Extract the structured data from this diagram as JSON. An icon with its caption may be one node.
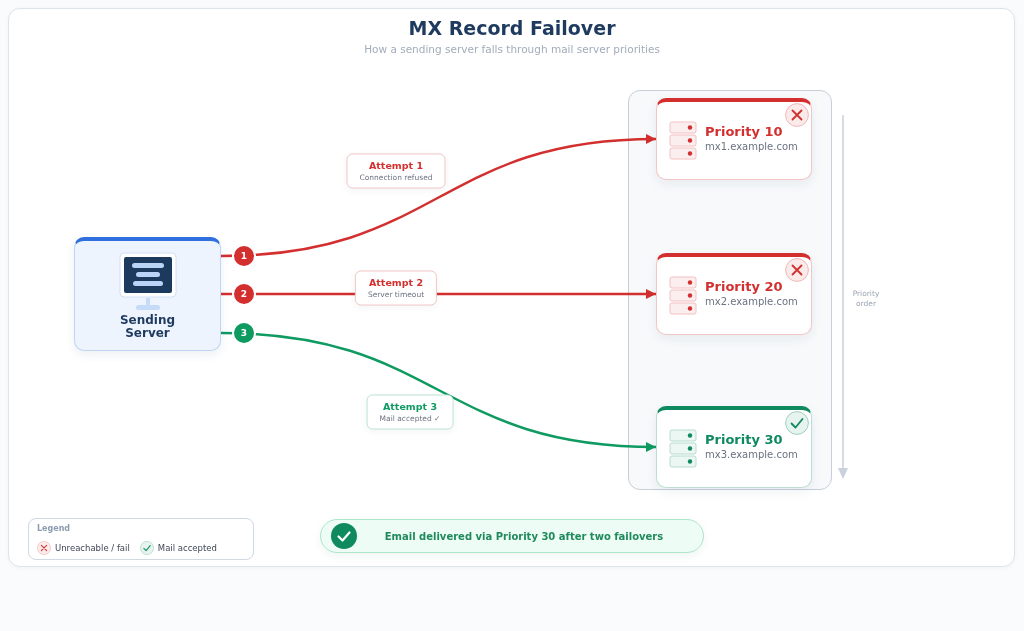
{
  "diagram": {
    "title": "MX Record Failover",
    "nodes": [
      {
        "text": [
          "Sending Server"
        ]
      },
      {
        "text": [],
        "shape": "box"
      },
      {
        "text": [
          "Priority 10",
          "mx1.example.com"
        ],
        "in": 1
      },
      {
        "text": [
          "Priority 20",
          "mx2.example.com"
        ],
        "in": 1
      },
      {
        "text": [
          "Priority 30",
          "mx3.example.com"
        ],
        "in": 1
      },
      {
        "text": [
          "Email delivered via Priority 30 after two failovers"
        ]
      }
    ],
    "edges": [
      {
        "from": 0,
        "to": 2,
        "arrow": "to",
        "label": "**Attempt 1** Connection refused"
      },
      {
        "from": 0,
        "to": 3,
        "arrow": "to",
        "label": "**Attempt 2** Server timeout"
      },
      {
        "from": 0,
        "to": 4,
        "arrow": "to",
        "label": "**Attempt 3** Mail accepted ✓",
        "color": "#0f9a62"
      }
    ],
    "labels": [
      "How a sending server falls through mail server priorities",
      "1",
      "2",
      "Priority order",
      "3",
      "Legend"
    ],
    "legend": [
      {
        "text": "Unreachable / fail"
      },
      {
        "text": "Mail accepted"
      }
    ]
  }
}
